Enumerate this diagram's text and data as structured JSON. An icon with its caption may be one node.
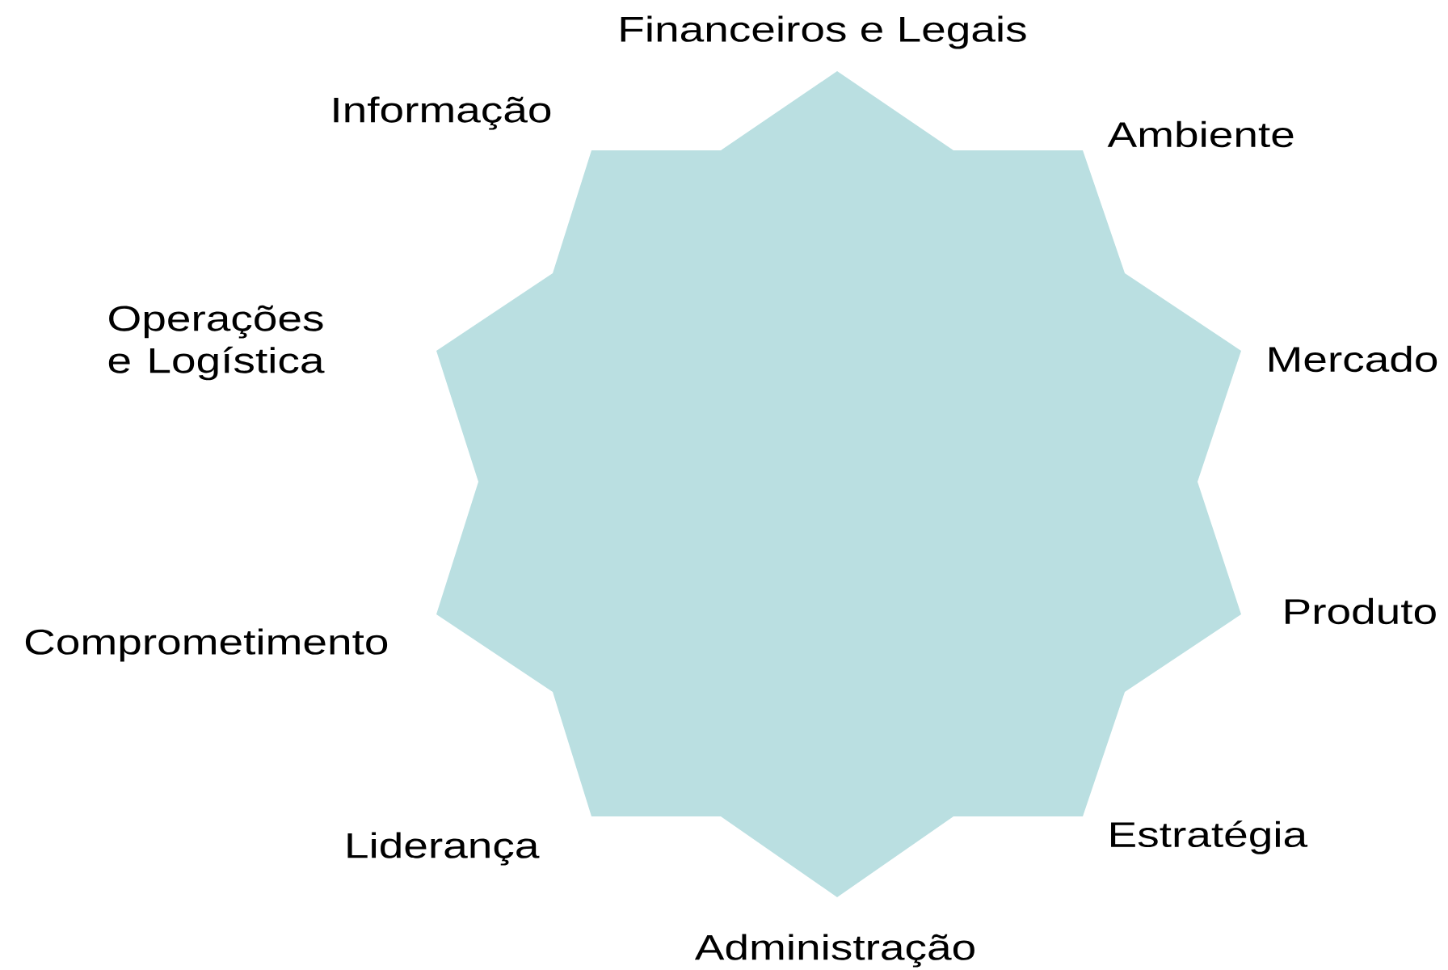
{
  "diagram": {
    "nodes": [
      {
        "text": [],
        "shape": "star",
        "beside": [
          "Financeiros e Legais",
          "Ambiente",
          "Mercado",
          "Produto",
          "Estratégia",
          "Administração",
          "Liderança",
          "Comprometimento",
          "Operações e Logística",
          "Informação"
        ]
      }
    ]
  }
}
